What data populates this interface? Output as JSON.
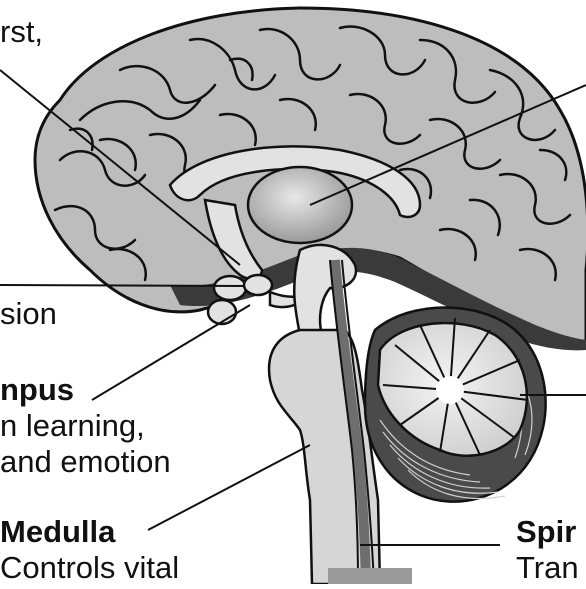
{
  "labels": {
    "top_left": "rst,",
    "left_mid": "sion",
    "hippocampus_title": "npus",
    "hippocampus_line1": "n learning,",
    "hippocampus_line2": "and emotion",
    "medulla_title": "Medulla",
    "medulla_desc": "Controls vital",
    "spinal_title": "Spir",
    "spinal_desc": "Tran"
  },
  "colors": {
    "brain_fill": "#bdbdbd",
    "brain_dark": "#6e6e6e",
    "structure_light": "#e2e2e2",
    "outline": "#111111",
    "shadow": "#3a3a3a"
  }
}
